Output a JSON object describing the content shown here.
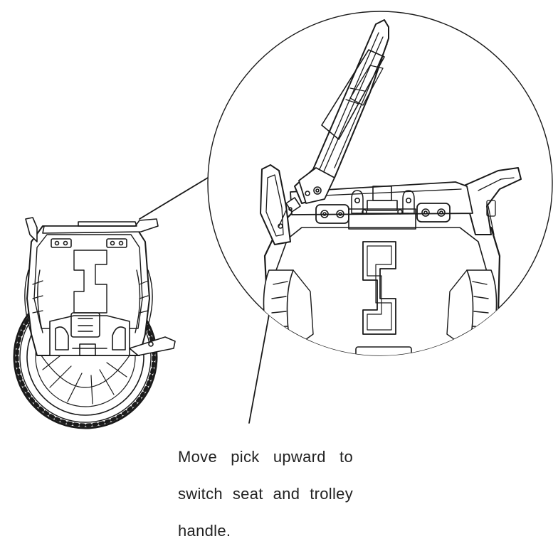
{
  "caption": {
    "line1": "Move pick upward to",
    "line2": "switch seat and trolley",
    "line3": "handle."
  },
  "colors": {
    "ink": "#1a1a1a",
    "paper": "#ffffff"
  }
}
